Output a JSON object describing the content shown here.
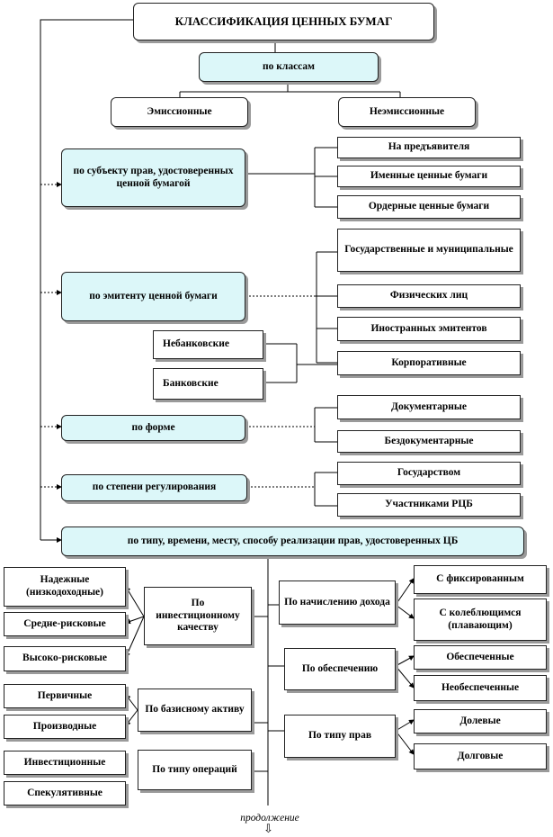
{
  "title": "КЛАССИФИКАЦИЯ ЦЕННЫХ БУМАГ",
  "by_class": {
    "label": "по классам",
    "items": [
      "Эмиссионные",
      "Неэмиссионные"
    ]
  },
  "by_subject": {
    "label": "по субъекту прав, удостоверенных ценной бумагой",
    "items": [
      "На предъявителя",
      "Именные ценные бумаги",
      "Ордерные ценные бумаги"
    ]
  },
  "by_issuer": {
    "label": "по эмитенту ценной бумаги",
    "items": [
      "Государственные и муниципальные",
      "Физических лиц",
      "Иностранных эмитентов",
      "Корпоративные"
    ],
    "corporate_items": [
      "Небанковские",
      "Банковские"
    ]
  },
  "by_form": {
    "label": "по форме",
    "items": [
      "Документарные",
      "Бездокументарные"
    ]
  },
  "by_regulation": {
    "label": "по степени регулирования",
    "items": [
      "Государством",
      "Участниками РЦБ"
    ]
  },
  "by_type": {
    "label": "по типу, времени, месту, способу реализации прав, удостоверенных ЦБ",
    "investment_quality": {
      "label": "По инвестиционному качеству",
      "items": [
        "Надежные (низкодоходные)",
        "Средне-рисковые",
        "Высоко-рисковые"
      ]
    },
    "base_asset": {
      "label": "По базисному активу",
      "items": [
        "Первичные",
        "Производные"
      ]
    },
    "operations": {
      "label": "По типу операций",
      "items": [
        "Инвестиционные",
        "Спекулятивные"
      ]
    },
    "income": {
      "label": "По начислению дохода",
      "items": [
        "С фиксированным",
        "С колеблющимся (плавающим)"
      ]
    },
    "security": {
      "label": "По обеспечению",
      "items": [
        "Обеспеченные",
        "Необеспеченные"
      ]
    },
    "rights": {
      "label": "По типу прав",
      "items": [
        "Долевые",
        "Долговые"
      ]
    }
  },
  "footer": "продолжение"
}
